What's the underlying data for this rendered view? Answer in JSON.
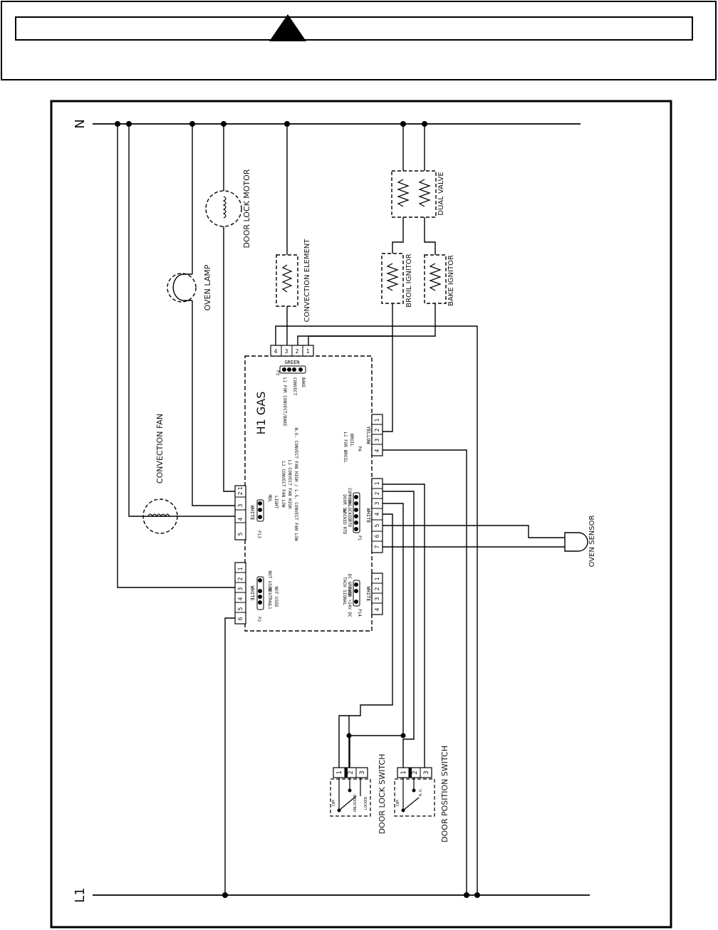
{
  "rails": {
    "neutral": "N",
    "line": "L1"
  },
  "components": {
    "door_lock_motor": "DOOR LOCK MOTOR",
    "oven_lamp": "OVEN LAMP",
    "convection_fan": "CONVECTION FAN",
    "convection_element": "CONVECTION ELEMENT",
    "broil_ignitor": "BROIL IGNITOR",
    "bake_ignitor": "BAKE IGNITOR",
    "dual_valve": "DUAL VALVE",
    "oven_sensor": "OVEN SENSOR",
    "door_lock_switch": "DOOR LOCK SWITCH",
    "door_position_switch": "DOOR POSITION SWITCH"
  },
  "board": {
    "title": "H1 GAS",
    "connectors": {
      "p3": {
        "id": "P3",
        "color": "GREEN",
        "pins": [
          "4",
          "3",
          "2",
          "1"
        ],
        "labels": [
          "CONVECT",
          "BAKE"
        ],
        "note": "L1 FOR CONVECT/BAKE"
      },
      "p4": {
        "id": "P4",
        "color": "YELLOW",
        "pins": [
          "4",
          "3",
          "2",
          "1"
        ],
        "labels": [
          "BROIL",
          "L1 FOR BROIL"
        ]
      },
      "p1": {
        "id": "P1",
        "color": "WHITE",
        "pins": [
          "7",
          "6",
          "5",
          "4",
          "3",
          "2",
          "1"
        ],
        "labels": [
          "COMMON",
          "DOOR SW",
          "UNLOCKED",
          "LOCKED",
          "RTD",
          "RTD"
        ]
      },
      "p13": {
        "id": "P13",
        "color": "WHITE",
        "pins": [
          "5",
          "4",
          "3",
          "2",
          "1"
        ],
        "labels": [
          "MDL",
          "LIGHT",
          "L1 CONVECT FAN LOW",
          "L1 CONVECT FAN HIGH",
          "N.O. CONVECT FAN HIGH / L.S. CONVECT FAN LOW"
        ]
      },
      "p2": {
        "id": "P2",
        "color": "WHITE",
        "pins": [
          "6",
          "5",
          "4",
          "3",
          "2",
          "1"
        ],
        "labels": [
          "NOT USED",
          "NEUTRAL",
          "NOT USED",
          "L1"
        ]
      },
      "p14": {
        "id": "P14",
        "color": "WHITE",
        "pins": [
          "4",
          "3",
          "2",
          "1"
        ],
        "labels": [
          "DC GROUND",
          "TACH SIGNAL",
          "TACH +24V DC"
        ]
      }
    }
  },
  "switches": {
    "door_lock": {
      "pins": [
        "1",
        "2",
        "3"
      ],
      "labels": [
        "COM",
        "UNLOCKED",
        "LOCKED"
      ]
    },
    "door_position": {
      "pins": [
        "1",
        "2",
        "3"
      ],
      "labels": [
        "COM",
        "N.O."
      ]
    }
  }
}
